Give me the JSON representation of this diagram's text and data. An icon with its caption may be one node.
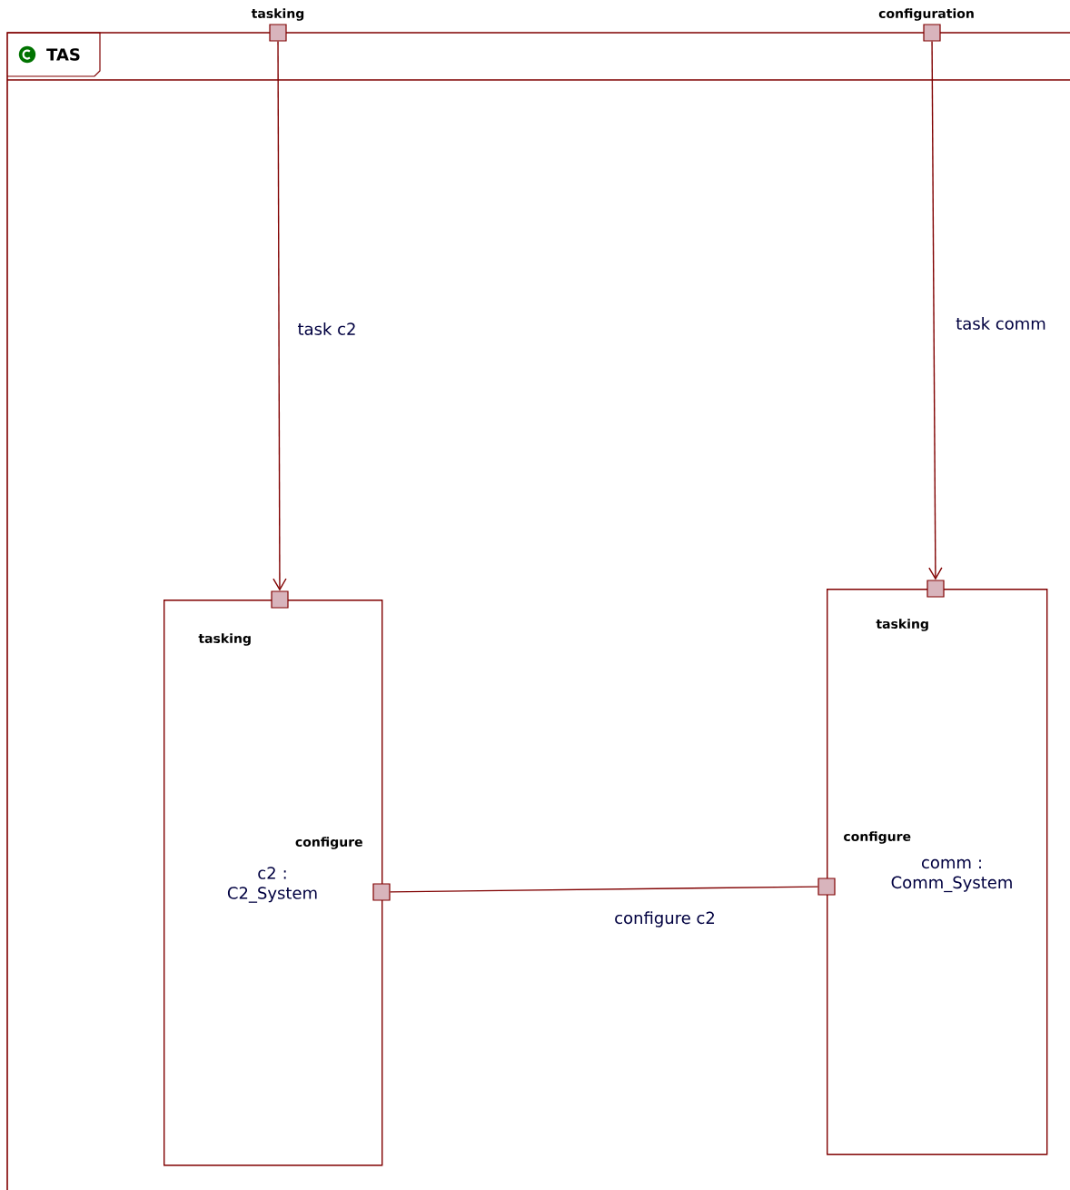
{
  "diagram": {
    "nodes": [
      {
        "text": [
          "TAS"
        ]
      },
      {
        "text": [
          "tasking"
        ]
      },
      {
        "text": [
          "configuration"
        ]
      },
      {
        "text": [
          "c2 : C2_System"
        ],
        "in": 0
      },
      {
        "text": [
          "tasking"
        ],
        "in": 0
      },
      {
        "text": [
          "configure"
        ],
        "in": 0
      },
      {
        "text": [
          "comm : Comm_System"
        ],
        "in": 0
      },
      {
        "text": [
          "tasking"
        ],
        "in": 0
      },
      {
        "text": [
          "configure"
        ],
        "in": 0
      }
    ],
    "edges": [
      {
        "from": 1,
        "to": 4,
        "arrow": "to",
        "label": "task c2"
      },
      {
        "from": 2,
        "to": 7,
        "arrow": "to",
        "label": "task comm"
      },
      {
        "from": 5,
        "to": 8,
        "arrow": "none",
        "label": "configure c2"
      }
    ]
  }
}
